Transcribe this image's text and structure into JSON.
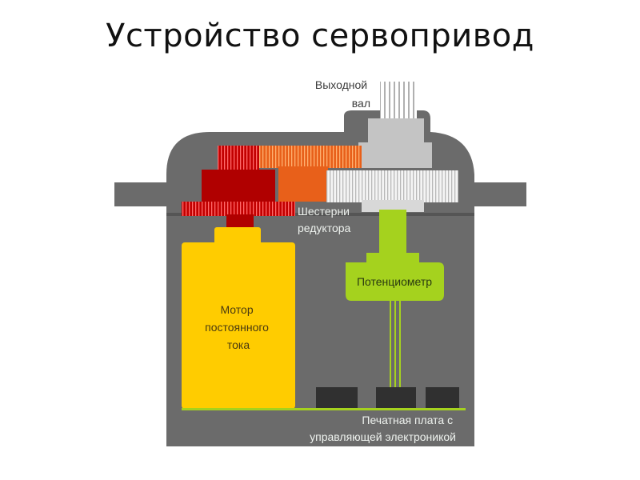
{
  "title": "Устройство сервопривод",
  "labels": {
    "output_shaft": [
      "Выходной",
      "вал"
    ],
    "gears": [
      "Шестерни",
      "редуктора"
    ],
    "potentiometer": "Потенциометр",
    "motor": [
      "Мотор",
      "постоянного",
      "тока"
    ],
    "pcb": [
      "Печатная плата с",
      "управляющей электроникой"
    ]
  },
  "colors": {
    "housing": "#6b6b6b",
    "housing_dark": "#555555",
    "motor": "#ffcc00",
    "motor_gear": "#b00000",
    "gear_orange": "#e8601a",
    "gear_white": "#f0f0f0",
    "output_shaft": "#c4c4c4",
    "potentiometer": "#a5d21e",
    "pcb_line": "#a5d21e",
    "chip": "#303030"
  }
}
